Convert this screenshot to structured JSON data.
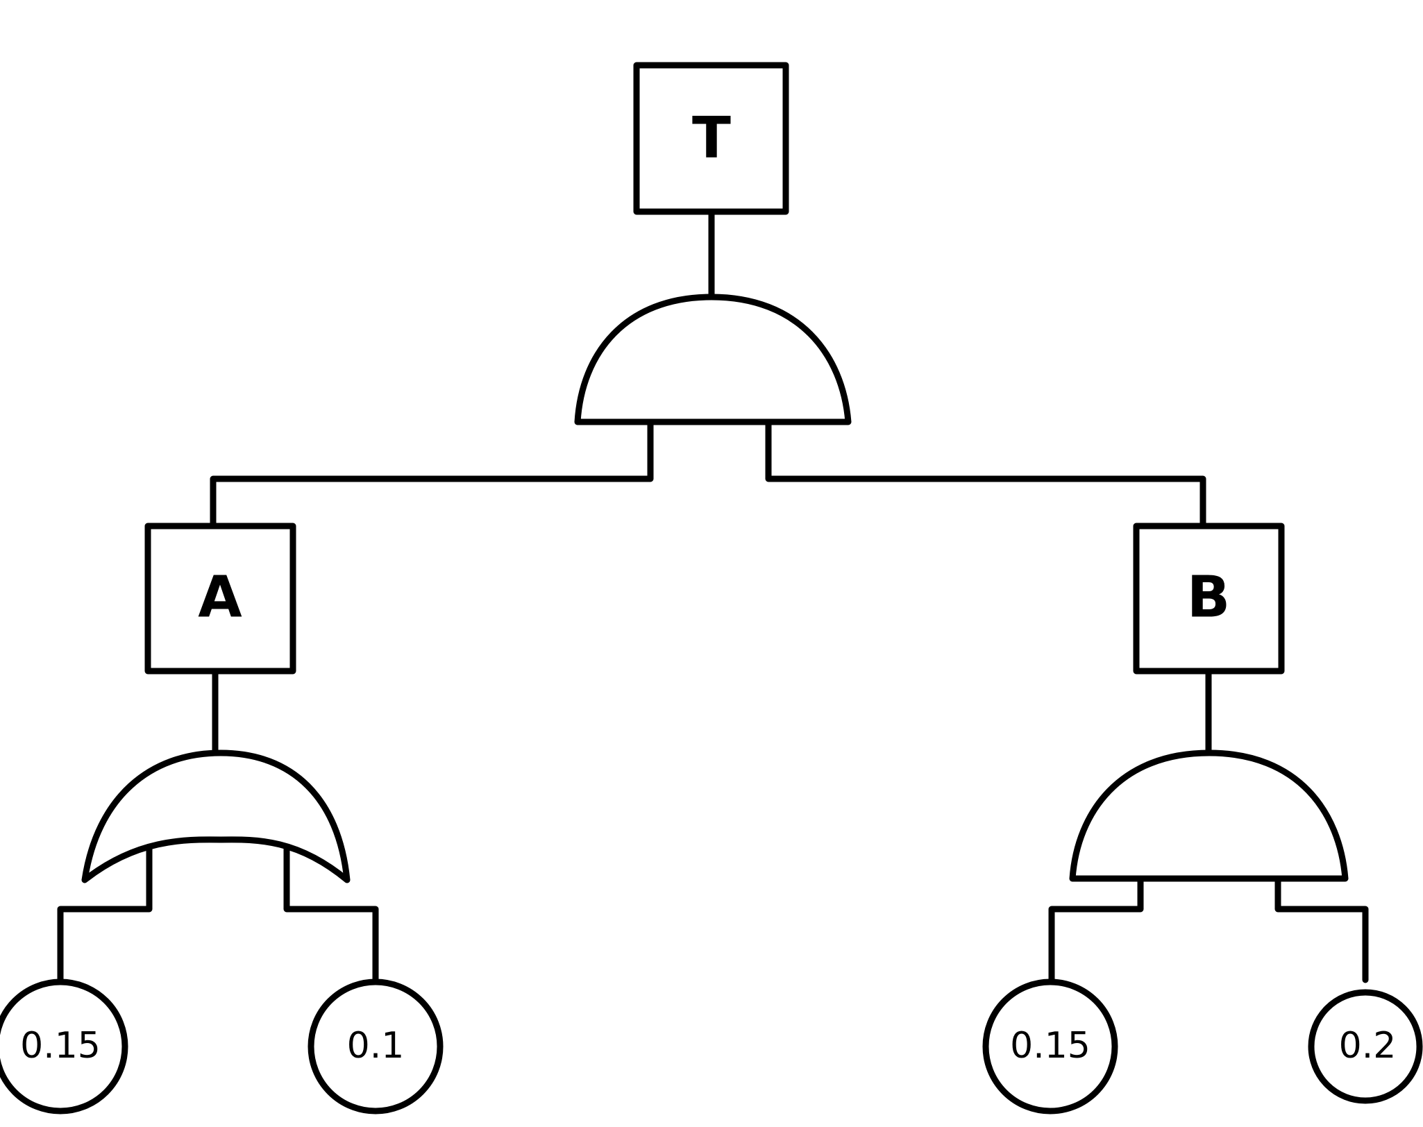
{
  "diagram": {
    "type": "fault-tree",
    "top_event": {
      "label": "T",
      "gate": "AND",
      "children": [
        "A",
        "B"
      ]
    },
    "events": {
      "A": {
        "label": "A",
        "gate": "OR",
        "basic_events": [
          "0.15",
          "0.1"
        ]
      },
      "B": {
        "label": "B",
        "gate": "AND",
        "basic_events": [
          "0.15",
          "0.2"
        ]
      }
    },
    "colors": {
      "stroke": "#000000",
      "background": "#ffffff"
    }
  }
}
